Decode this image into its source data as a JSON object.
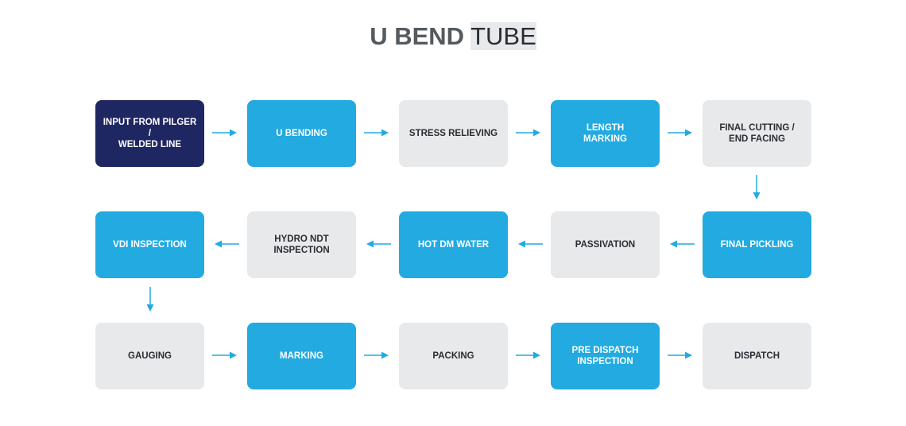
{
  "title": {
    "bold": "U BEND",
    "light": "TUBE"
  },
  "colors": {
    "dark": "#1f2762",
    "blue": "#22aae1",
    "light": "#e8e9eb",
    "arrow": "#22aae1"
  },
  "steps": [
    {
      "label": "INPUT FROM PILGER /\nWELDED LINE",
      "style": "dark"
    },
    {
      "label": "U BENDING",
      "style": "blue"
    },
    {
      "label": "STRESS RELIEVING",
      "style": "light"
    },
    {
      "label": "LENGTH\nMARKING",
      "style": "blue"
    },
    {
      "label": "FINAL CUTTING /\nEND FACING",
      "style": "light"
    },
    {
      "label": "FINAL PICKLING",
      "style": "blue"
    },
    {
      "label": "PASSIVATION",
      "style": "light"
    },
    {
      "label": "HOT DM WATER",
      "style": "blue"
    },
    {
      "label": "HYDRO NDT\nINSPECTION",
      "style": "light"
    },
    {
      "label": "VDI INSPECTION",
      "style": "blue"
    },
    {
      "label": "GAUGING",
      "style": "light"
    },
    {
      "label": "MARKING",
      "style": "blue"
    },
    {
      "label": "PACKING",
      "style": "light"
    },
    {
      "label": "PRE DISPATCH\nINSPECTION",
      "style": "blue"
    },
    {
      "label": "DISPATCH",
      "style": "light"
    }
  ]
}
